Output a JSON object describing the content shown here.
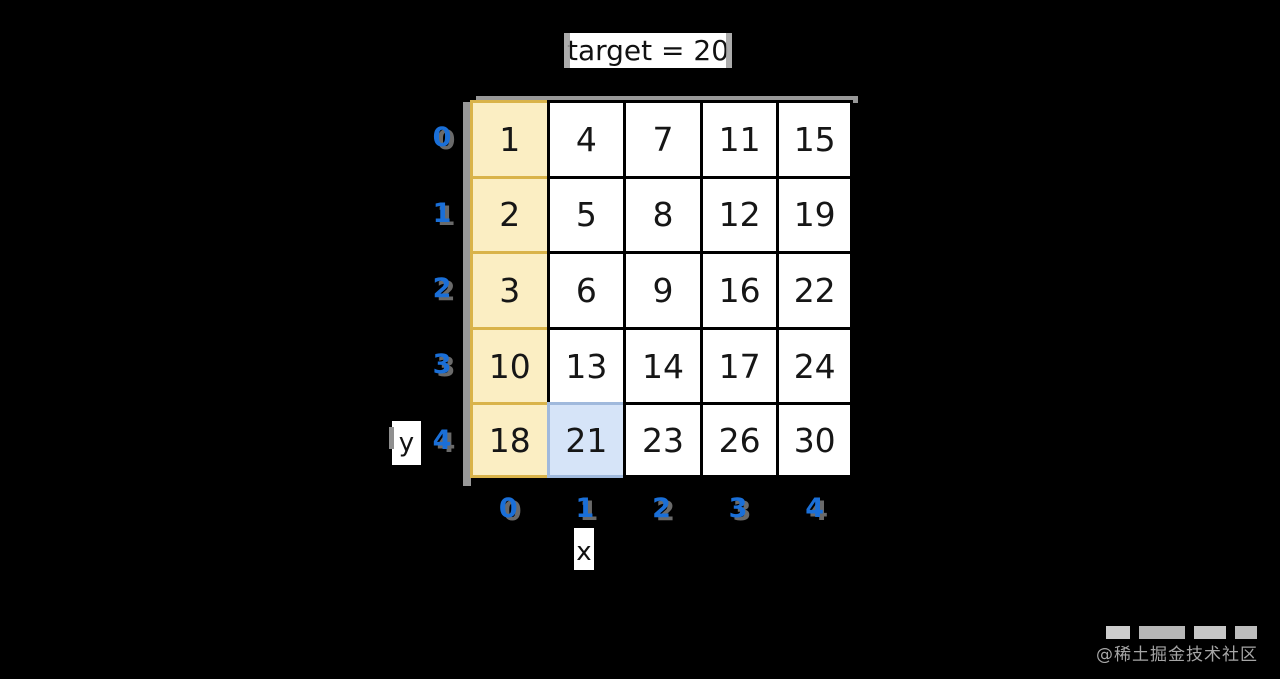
{
  "title": {
    "text": "target = 20"
  },
  "matrix": {
    "rows": [
      [
        1,
        4,
        7,
        11,
        15
      ],
      [
        2,
        5,
        8,
        12,
        19
      ],
      [
        3,
        6,
        9,
        16,
        22
      ],
      [
        10,
        13,
        14,
        17,
        24
      ],
      [
        18,
        21,
        23,
        26,
        30
      ]
    ],
    "highlighted_column": 0,
    "highlighted_cell": {
      "row": 4,
      "col": 1,
      "value": 21
    }
  },
  "axes": {
    "x_label": "x",
    "y_label": "y",
    "x_ticks": [
      "0",
      "1",
      "2",
      "3",
      "4"
    ],
    "y_ticks": [
      "0",
      "1",
      "2",
      "3",
      "4"
    ]
  },
  "colors": {
    "background": "#000000",
    "cell-bg": "#ffffff",
    "cell-border": "#000000",
    "cell-text": "#161616",
    "col-highlight-bg": "#fbeec3",
    "col-highlight-border": "#d9b34a",
    "cell-highlight-bg": "#d6e4f8",
    "cell-highlight-border": "#a0b9dc",
    "tick": "#1a6fd8",
    "tick-shadow": "#6a6a6a",
    "shadow-bar": "#989898",
    "watermark-text": "#a6a6a6"
  },
  "watermark": {
    "text": "@稀土掘金技术社区"
  }
}
